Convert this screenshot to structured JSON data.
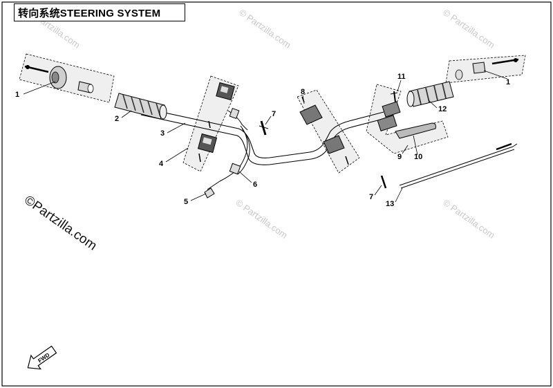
{
  "diagram": {
    "title": "转向系统STEERING SYSTEM",
    "watermark": "©Partzilla.com",
    "watermark_small": "© Partzilla.com",
    "fwd_label": "FWD",
    "callouts": [
      "1",
      "2",
      "3",
      "4",
      "5",
      "6",
      "7",
      "8",
      "9",
      "10",
      "11",
      "12",
      "7",
      "13",
      "1"
    ],
    "colors": {
      "line": "#000000",
      "part_fill": "#cfcfcf",
      "part_dark": "#555555",
      "box": "#ededed"
    }
  }
}
